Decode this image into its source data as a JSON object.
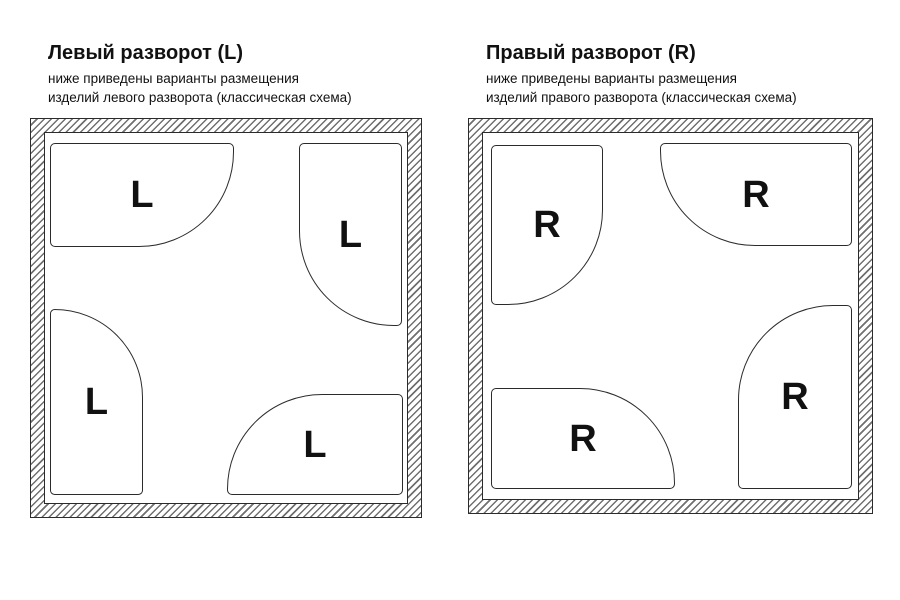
{
  "colors": {
    "line": "#2b2b2b",
    "hatch": "#707070",
    "text": "#111111",
    "background": "#ffffff"
  },
  "panels": [
    {
      "id": "left-orientation",
      "title": "Левый разворот (L)",
      "subtitle_line1": "ниже приведены варианты размещения",
      "subtitle_line2": "изделий левого разворота (классическая схема)",
      "tubs": [
        {
          "position": "top-left",
          "shape": "wide, rounded bottom-right",
          "label": "L"
        },
        {
          "position": "top-right",
          "shape": "tall, rounded bottom-left",
          "label": "L"
        },
        {
          "position": "bottom-left",
          "shape": "tall, rounded top-right",
          "label": "L"
        },
        {
          "position": "bottom-right",
          "shape": "wide, rounded top-left",
          "label": "L"
        }
      ]
    },
    {
      "id": "right-orientation",
      "title": "Правый разворот (R)",
      "subtitle_line1": "ниже приведены варианты размещения",
      "subtitle_line2": "изделий правого разворота (классическая схема)",
      "tubs": [
        {
          "position": "top-left",
          "shape": "tall, rounded bottom-right",
          "label": "R"
        },
        {
          "position": "top-right",
          "shape": "wide, rounded bottom-left",
          "label": "R"
        },
        {
          "position": "bottom-left",
          "shape": "wide, rounded top-right",
          "label": "R"
        },
        {
          "position": "bottom-right",
          "shape": "tall, rounded top-left",
          "label": "R"
        }
      ]
    }
  ]
}
